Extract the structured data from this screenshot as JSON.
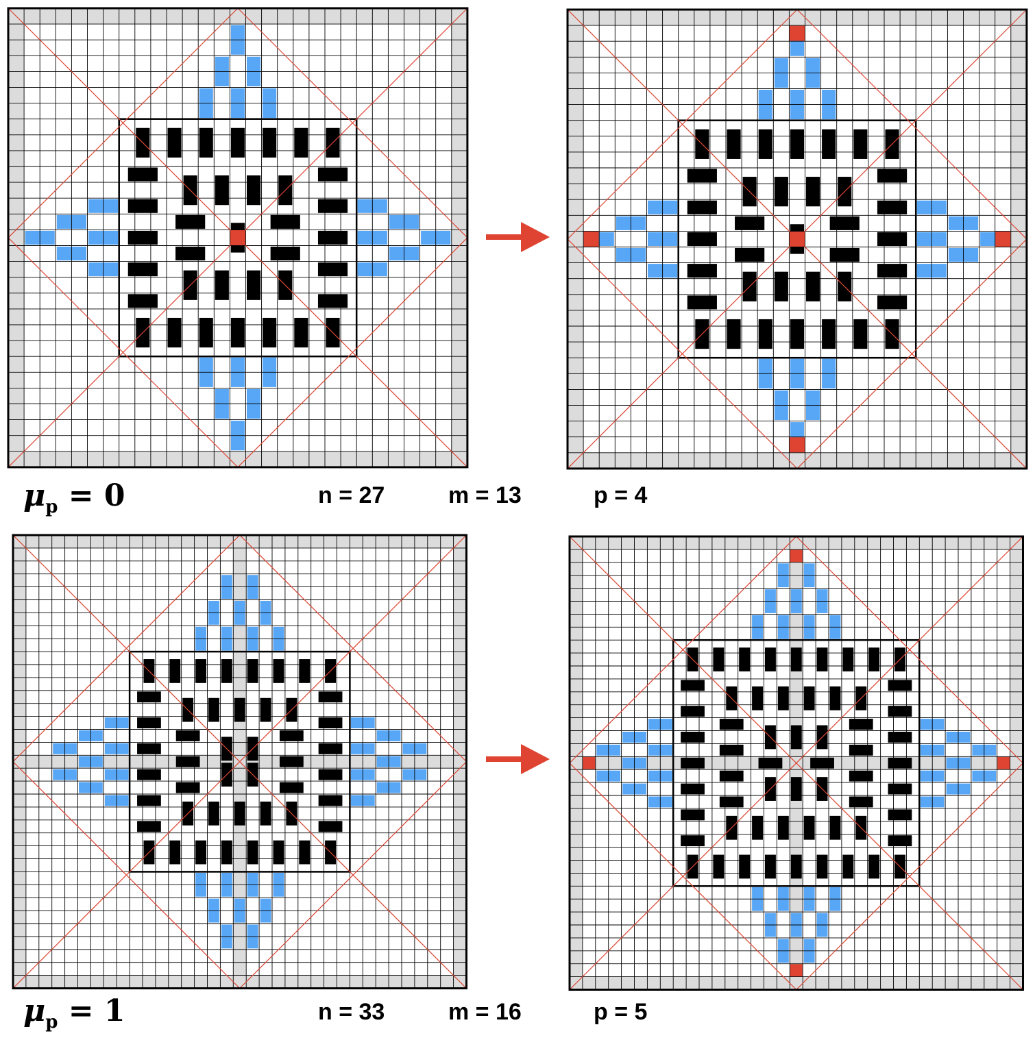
{
  "colors": {
    "black_tile": "#000000",
    "blue_tile": "#58a7f7",
    "red_tile": "#de4431",
    "border_gray": "#dcdcdc",
    "grid_line": "#000000",
    "diagonal": "#dd4433",
    "arrow": "#de4431"
  },
  "rows": [
    {
      "mu_symbol": "μ",
      "mu_sub": "p",
      "mu_rest": " = 0",
      "n_label": "n = 27",
      "m_label": "m = 13",
      "p_label": "p = 4"
    },
    {
      "mu_symbol": "μ",
      "mu_sub": "p",
      "mu_rest": " = 1",
      "n_label": "n = 33",
      "m_label": "m = 16",
      "p_label": "p = 5"
    }
  ]
}
